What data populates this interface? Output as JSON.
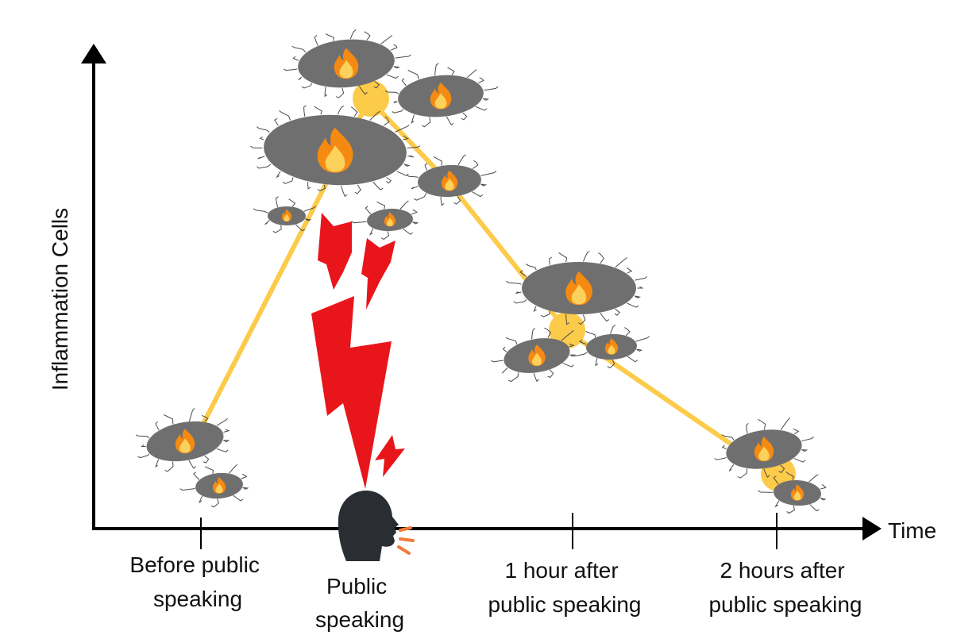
{
  "y_axis_label": "Inflammation Cells",
  "x_axis_label": "Time",
  "stages": [
    {
      "key": "before",
      "label_lines": [
        "Before public",
        "speaking"
      ]
    },
    {
      "key": "during",
      "label_lines": [
        "Public",
        "speaking"
      ]
    },
    {
      "key": "one_hour",
      "label_lines": [
        "1 hour after",
        "public speaking"
      ]
    },
    {
      "key": "two_hours",
      "label_lines": [
        "2 hours after",
        "public speaking"
      ]
    }
  ],
  "colors": {
    "trend_line": "#fccb4a",
    "cell_body": "#6f6f6f",
    "flame_outer": "#f58a12",
    "flame_inner": "#fcd15c",
    "lightning": "#e8161b",
    "speaker": "#2a2e33",
    "sound_lines": "#f37a3a",
    "axis": "#000000"
  },
  "icons": [
    "inflammation-cell-icon",
    "flame-icon",
    "lightning-bolt-icon",
    "speaking-head-icon"
  ]
}
